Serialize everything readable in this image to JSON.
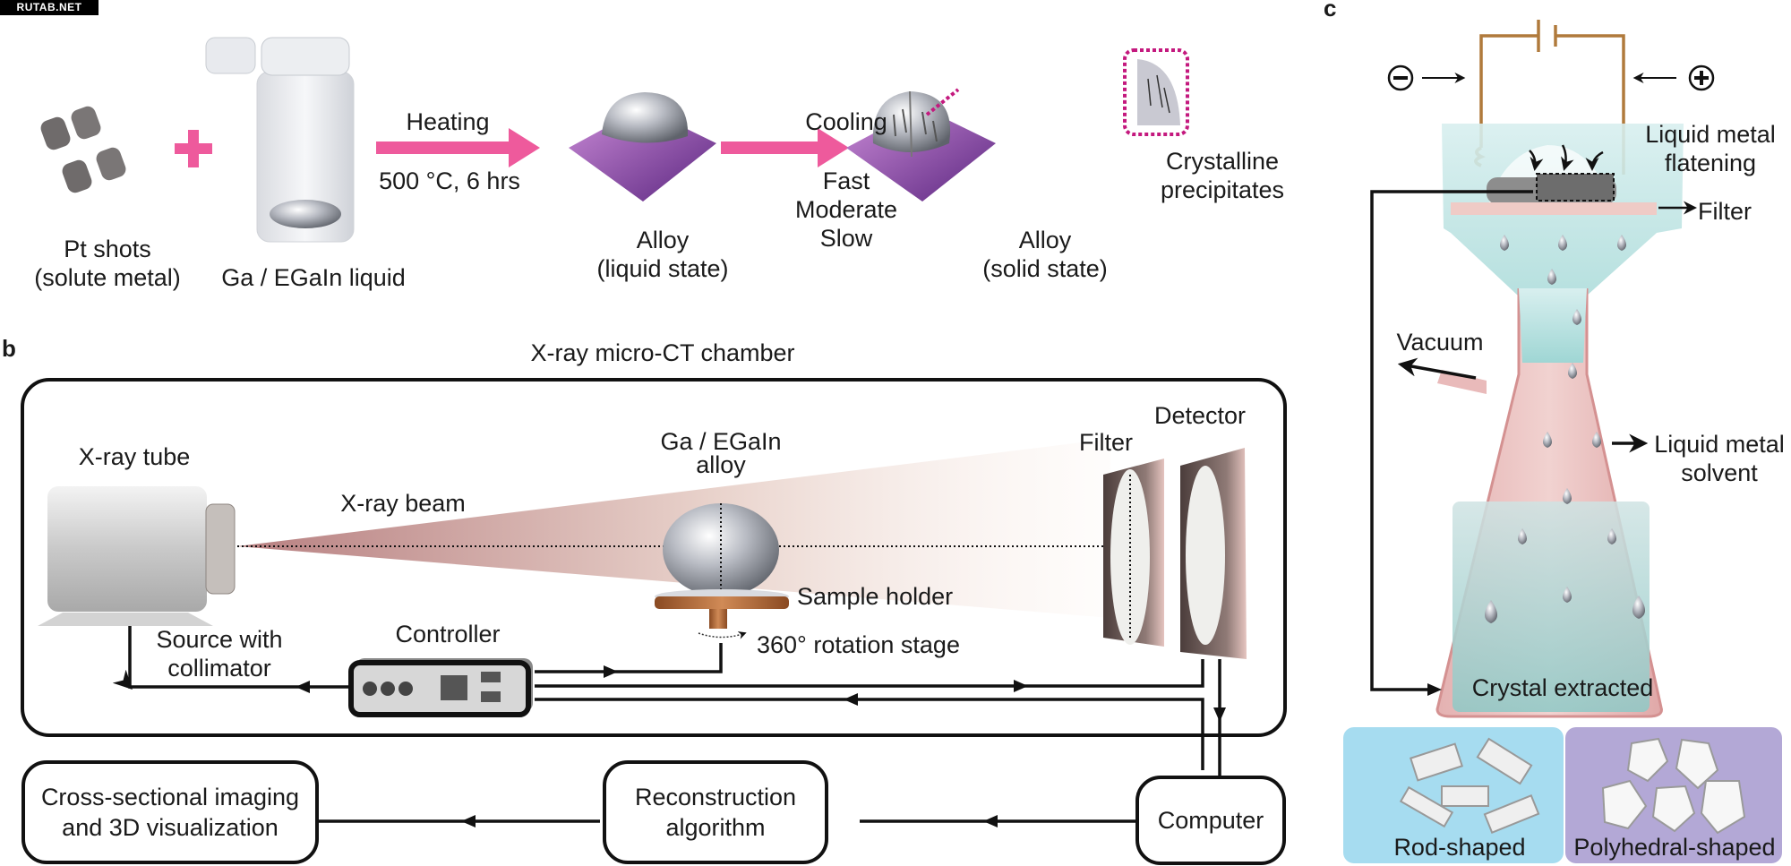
{
  "watermark": "RUTAB.NET",
  "panel_a": {
    "step1": {
      "line1": "Pt shots",
      "line2": "(solute metal)"
    },
    "plus": "+",
    "step2": {
      "label": "Ga / EGaIn liquid"
    },
    "arrow1": {
      "top": "Heating",
      "bottom": "500 °C, 6 hrs"
    },
    "step3": {
      "line1": "Alloy",
      "line2": "(liquid state)"
    },
    "arrow2": {
      "top": "Cooling",
      "rates": [
        "Fast",
        "Moderate",
        "Slow"
      ]
    },
    "step4": {
      "line1": "Alloy",
      "line2": "(solid state)"
    },
    "inset": {
      "line1": "Crystalline",
      "line2": "precipitates"
    }
  },
  "panel_b": {
    "letter": "b",
    "chamber_title": "X-ray micro-CT chamber",
    "xray_tube": "X-ray tube",
    "xray_beam": "X-ray beam",
    "sample": {
      "line1": "Ga / EGaIn",
      "line2": "alloy"
    },
    "filter": "Filter",
    "detector": "Detector",
    "sample_holder": "Sample holder",
    "rotation_stage": "360° rotation stage",
    "source": {
      "line1": "Source with",
      "line2": "collimator"
    },
    "controller": "Controller",
    "flow": [
      {
        "line1": "Cross-sectional imaging",
        "line2": "and 3D visualization"
      },
      {
        "line1": "Reconstruction",
        "line2": "algorithm"
      },
      {
        "line1": "Computer",
        "line2": ""
      }
    ]
  },
  "panel_c": {
    "letter": "c",
    "minus_symbol": "−",
    "plus_symbol": "+",
    "flattening": {
      "line1": "Liquid metal",
      "line2": "flatening"
    },
    "filter": "Filter",
    "vacuum": "Vacuum",
    "solvent": {
      "line1": "Liquid metal",
      "line2": "solvent"
    },
    "extracted": "Crystal extracted",
    "shapes": [
      "Rod-shaped",
      "Polyhedral-shaped"
    ]
  },
  "colors": {
    "arrow_pink": "#ee5a9c",
    "inset_magenta": "#c4197e",
    "substrate_purple": "#7b3fa0",
    "wire_copper": "#b07a3c",
    "funnel_cyan": "#bfe6e6",
    "flask_pink": "#e9b4b4",
    "rod_bg": "#a6dcf0",
    "poly_bg": "#b3a8d6"
  }
}
